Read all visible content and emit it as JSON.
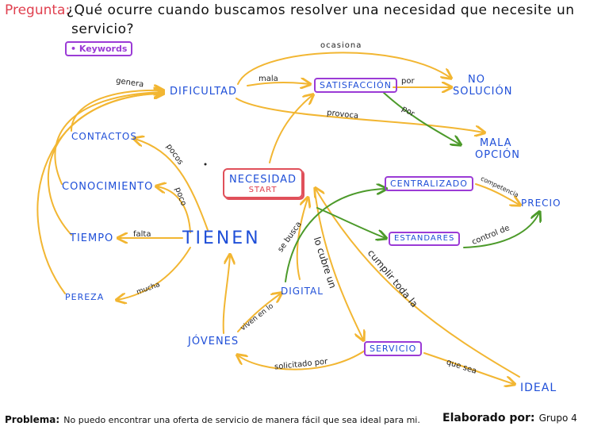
{
  "header": {
    "label": "Pregunta:",
    "question_line1": "¿Qué ocurre cuando buscamos resolver una necesidad que necesite un",
    "question_line2": "servicio?",
    "keywords": "• Keywords"
  },
  "nodes": {
    "necesidad": "NECESIDAD",
    "start": "START",
    "dificultad": "DIFICULTAD",
    "satisfaccion": "SATISFACCIÓN",
    "no_solucion_1": "NO",
    "no_solucion_2": "SOLUCIÓN",
    "mala_opcion_1": "MALA",
    "mala_opcion_2": "OPCIÓN",
    "contactos": "CONTACTOS",
    "conocimiento": "CONOCIMIENTO",
    "tiempo": "TIEMPO",
    "pereza": "PEREZA",
    "tienen": "TIENEN",
    "jovenes": "JÓVENES",
    "digital": "DIGITAL",
    "centralizado": "CENTRALIZADO",
    "precio": "PRECIO",
    "estandares": "ESTANDARES",
    "servicio": "SERVICIO",
    "ideal": "IDEAL"
  },
  "links": {
    "genera": "genera",
    "mala": "mala",
    "ocasiona": "ocasiona",
    "por_1": "por",
    "por_2": "por",
    "provoca": "provoca",
    "pocos": "pocos",
    "poco": "poco",
    "falta": "falta",
    "mucha": "mucha",
    "se_busca": "se busca",
    "lo_cubre_un": "lo cubre un",
    "cumplir_toda_la": "cumplir toda la",
    "competencia": "competencia",
    "control_de": "control de",
    "viven_en_lo": "viven en lo",
    "solicitado_por": "solicitado por",
    "que_sea": "que sea"
  },
  "footer": {
    "problem_label": "Problema:",
    "problem_text": "No puedo encontrar una oferta de servicio de manera fácil que sea ideal para mi.",
    "credit_label": "Elaborado por:",
    "credit_text": "Grupo 4"
  },
  "colors": {
    "yellow": "#f2b632",
    "green": "#4c9a2a",
    "blue": "#1f4fd8",
    "red": "#e0404f",
    "purple": "#9b3bd6"
  }
}
